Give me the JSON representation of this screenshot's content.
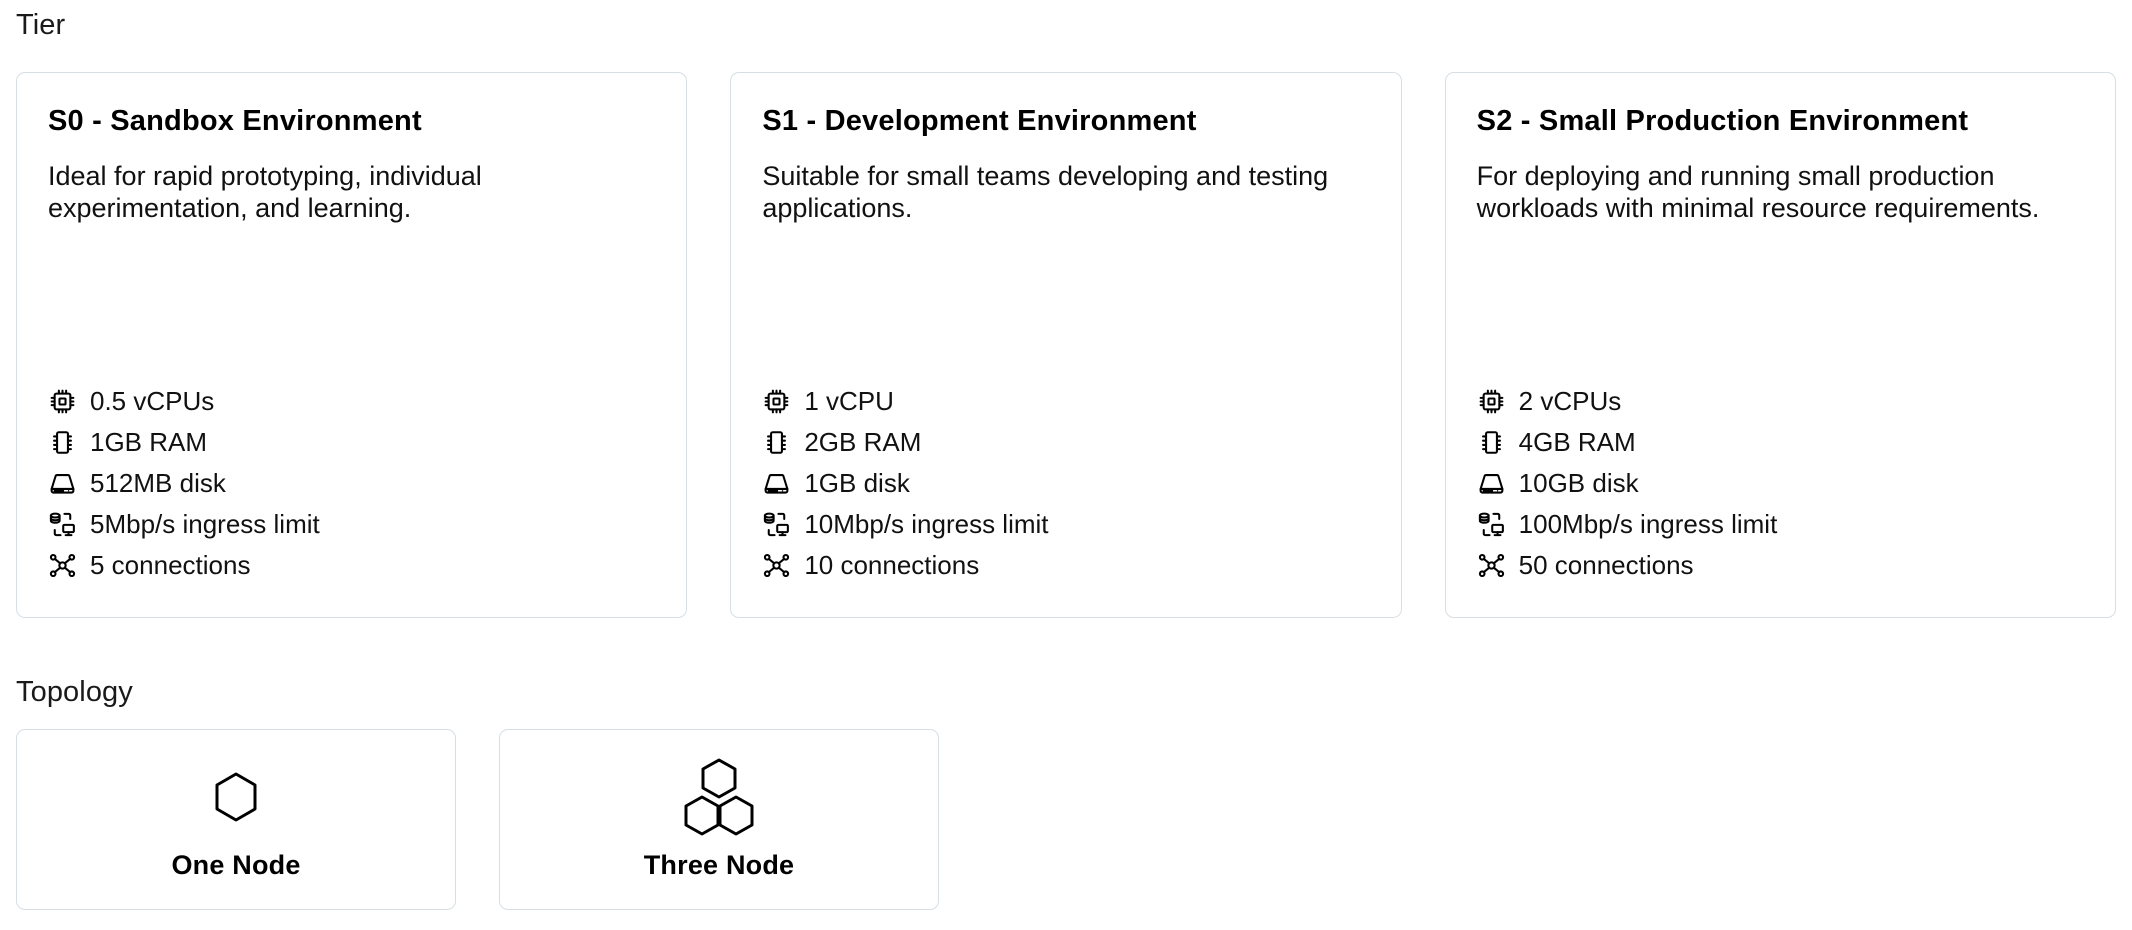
{
  "sections": {
    "tier": {
      "label": "Tier"
    },
    "topology": {
      "label": "Topology"
    }
  },
  "colors": {
    "card_border": "#d6dfe3",
    "text": "#111111",
    "background": "#ffffff"
  },
  "tiers": [
    {
      "title": "S0 - Sandbox Environment",
      "description": "Ideal for rapid prototyping, individual experimentation, and learning.",
      "specs": [
        {
          "icon": "cpu-icon",
          "text": "0.5 vCPUs"
        },
        {
          "icon": "memory-icon",
          "text": "1GB RAM"
        },
        {
          "icon": "disk-icon",
          "text": "512MB disk"
        },
        {
          "icon": "network-ingress-icon",
          "text": "5Mbp/s ingress limit"
        },
        {
          "icon": "connections-icon",
          "text": "5 connections"
        }
      ]
    },
    {
      "title": "S1 - Development Environment",
      "description": "Suitable for small teams developing and testing applications.",
      "specs": [
        {
          "icon": "cpu-icon",
          "text": "1 vCPU"
        },
        {
          "icon": "memory-icon",
          "text": "2GB RAM"
        },
        {
          "icon": "disk-icon",
          "text": "1GB disk"
        },
        {
          "icon": "network-ingress-icon",
          "text": "10Mbp/s ingress limit"
        },
        {
          "icon": "connections-icon",
          "text": "10 connections"
        }
      ]
    },
    {
      "title": "S2 - Small Production Environment",
      "description": "For deploying and running small production workloads with minimal resource requirements.",
      "specs": [
        {
          "icon": "cpu-icon",
          "text": "2 vCPUs"
        },
        {
          "icon": "memory-icon",
          "text": "4GB RAM"
        },
        {
          "icon": "disk-icon",
          "text": "10GB disk"
        },
        {
          "icon": "network-ingress-icon",
          "text": "100Mbp/s ingress limit"
        },
        {
          "icon": "connections-icon",
          "text": "50 connections"
        }
      ]
    }
  ],
  "topologies": [
    {
      "label": "One Node",
      "icon": "single-hexagon-icon"
    },
    {
      "label": "Three Node",
      "icon": "triple-hexagon-icon"
    }
  ]
}
